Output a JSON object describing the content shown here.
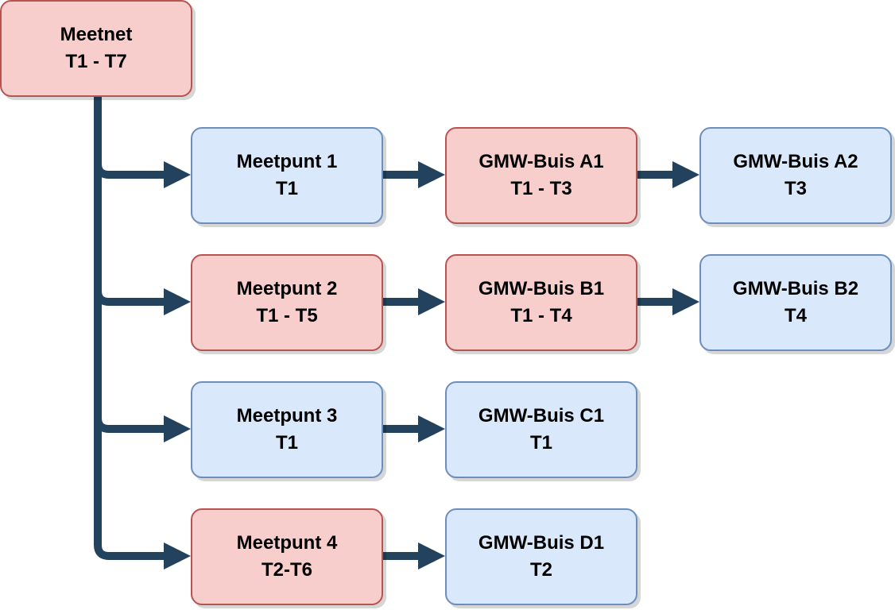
{
  "colors": {
    "red_fill": "#f8cecc",
    "red_border": "#b85450",
    "blue_fill": "#dae8fc",
    "blue_border": "#6c8ebf",
    "connector": "#23425e"
  },
  "nodes": {
    "meetnet": {
      "title": "Meetnet",
      "range": "T1 - T7",
      "color": "red"
    },
    "meetpunt1": {
      "title": "Meetpunt 1",
      "range": "T1",
      "color": "blue"
    },
    "gmw_a1": {
      "title": "GMW-Buis A1",
      "range": "T1 - T3",
      "color": "red"
    },
    "gmw_a2": {
      "title": "GMW-Buis A2",
      "range": "T3",
      "color": "blue"
    },
    "meetpunt2": {
      "title": "Meetpunt 2",
      "range": "T1 - T5",
      "color": "red"
    },
    "gmw_b1": {
      "title": "GMW-Buis B1",
      "range": "T1 - T4",
      "color": "red"
    },
    "gmw_b2": {
      "title": "GMW-Buis B2",
      "range": "T4",
      "color": "blue"
    },
    "meetpunt3": {
      "title": "Meetpunt 3",
      "range": "T1",
      "color": "blue"
    },
    "gmw_c1": {
      "title": "GMW-Buis C1",
      "range": "T1",
      "color": "blue"
    },
    "meetpunt4": {
      "title": "Meetpunt 4",
      "range": "T2-T6",
      "color": "red"
    },
    "gmw_d1": {
      "title": "GMW-Buis D1",
      "range": "T2",
      "color": "blue"
    }
  },
  "edges": [
    [
      "meetnet",
      "meetpunt1"
    ],
    [
      "meetnet",
      "meetpunt2"
    ],
    [
      "meetnet",
      "meetpunt3"
    ],
    [
      "meetnet",
      "meetpunt4"
    ],
    [
      "meetpunt1",
      "gmw_a1"
    ],
    [
      "gmw_a1",
      "gmw_a2"
    ],
    [
      "meetpunt2",
      "gmw_b1"
    ],
    [
      "gmw_b1",
      "gmw_b2"
    ],
    [
      "meetpunt3",
      "gmw_c1"
    ],
    [
      "meetpunt4",
      "gmw_d1"
    ]
  ]
}
